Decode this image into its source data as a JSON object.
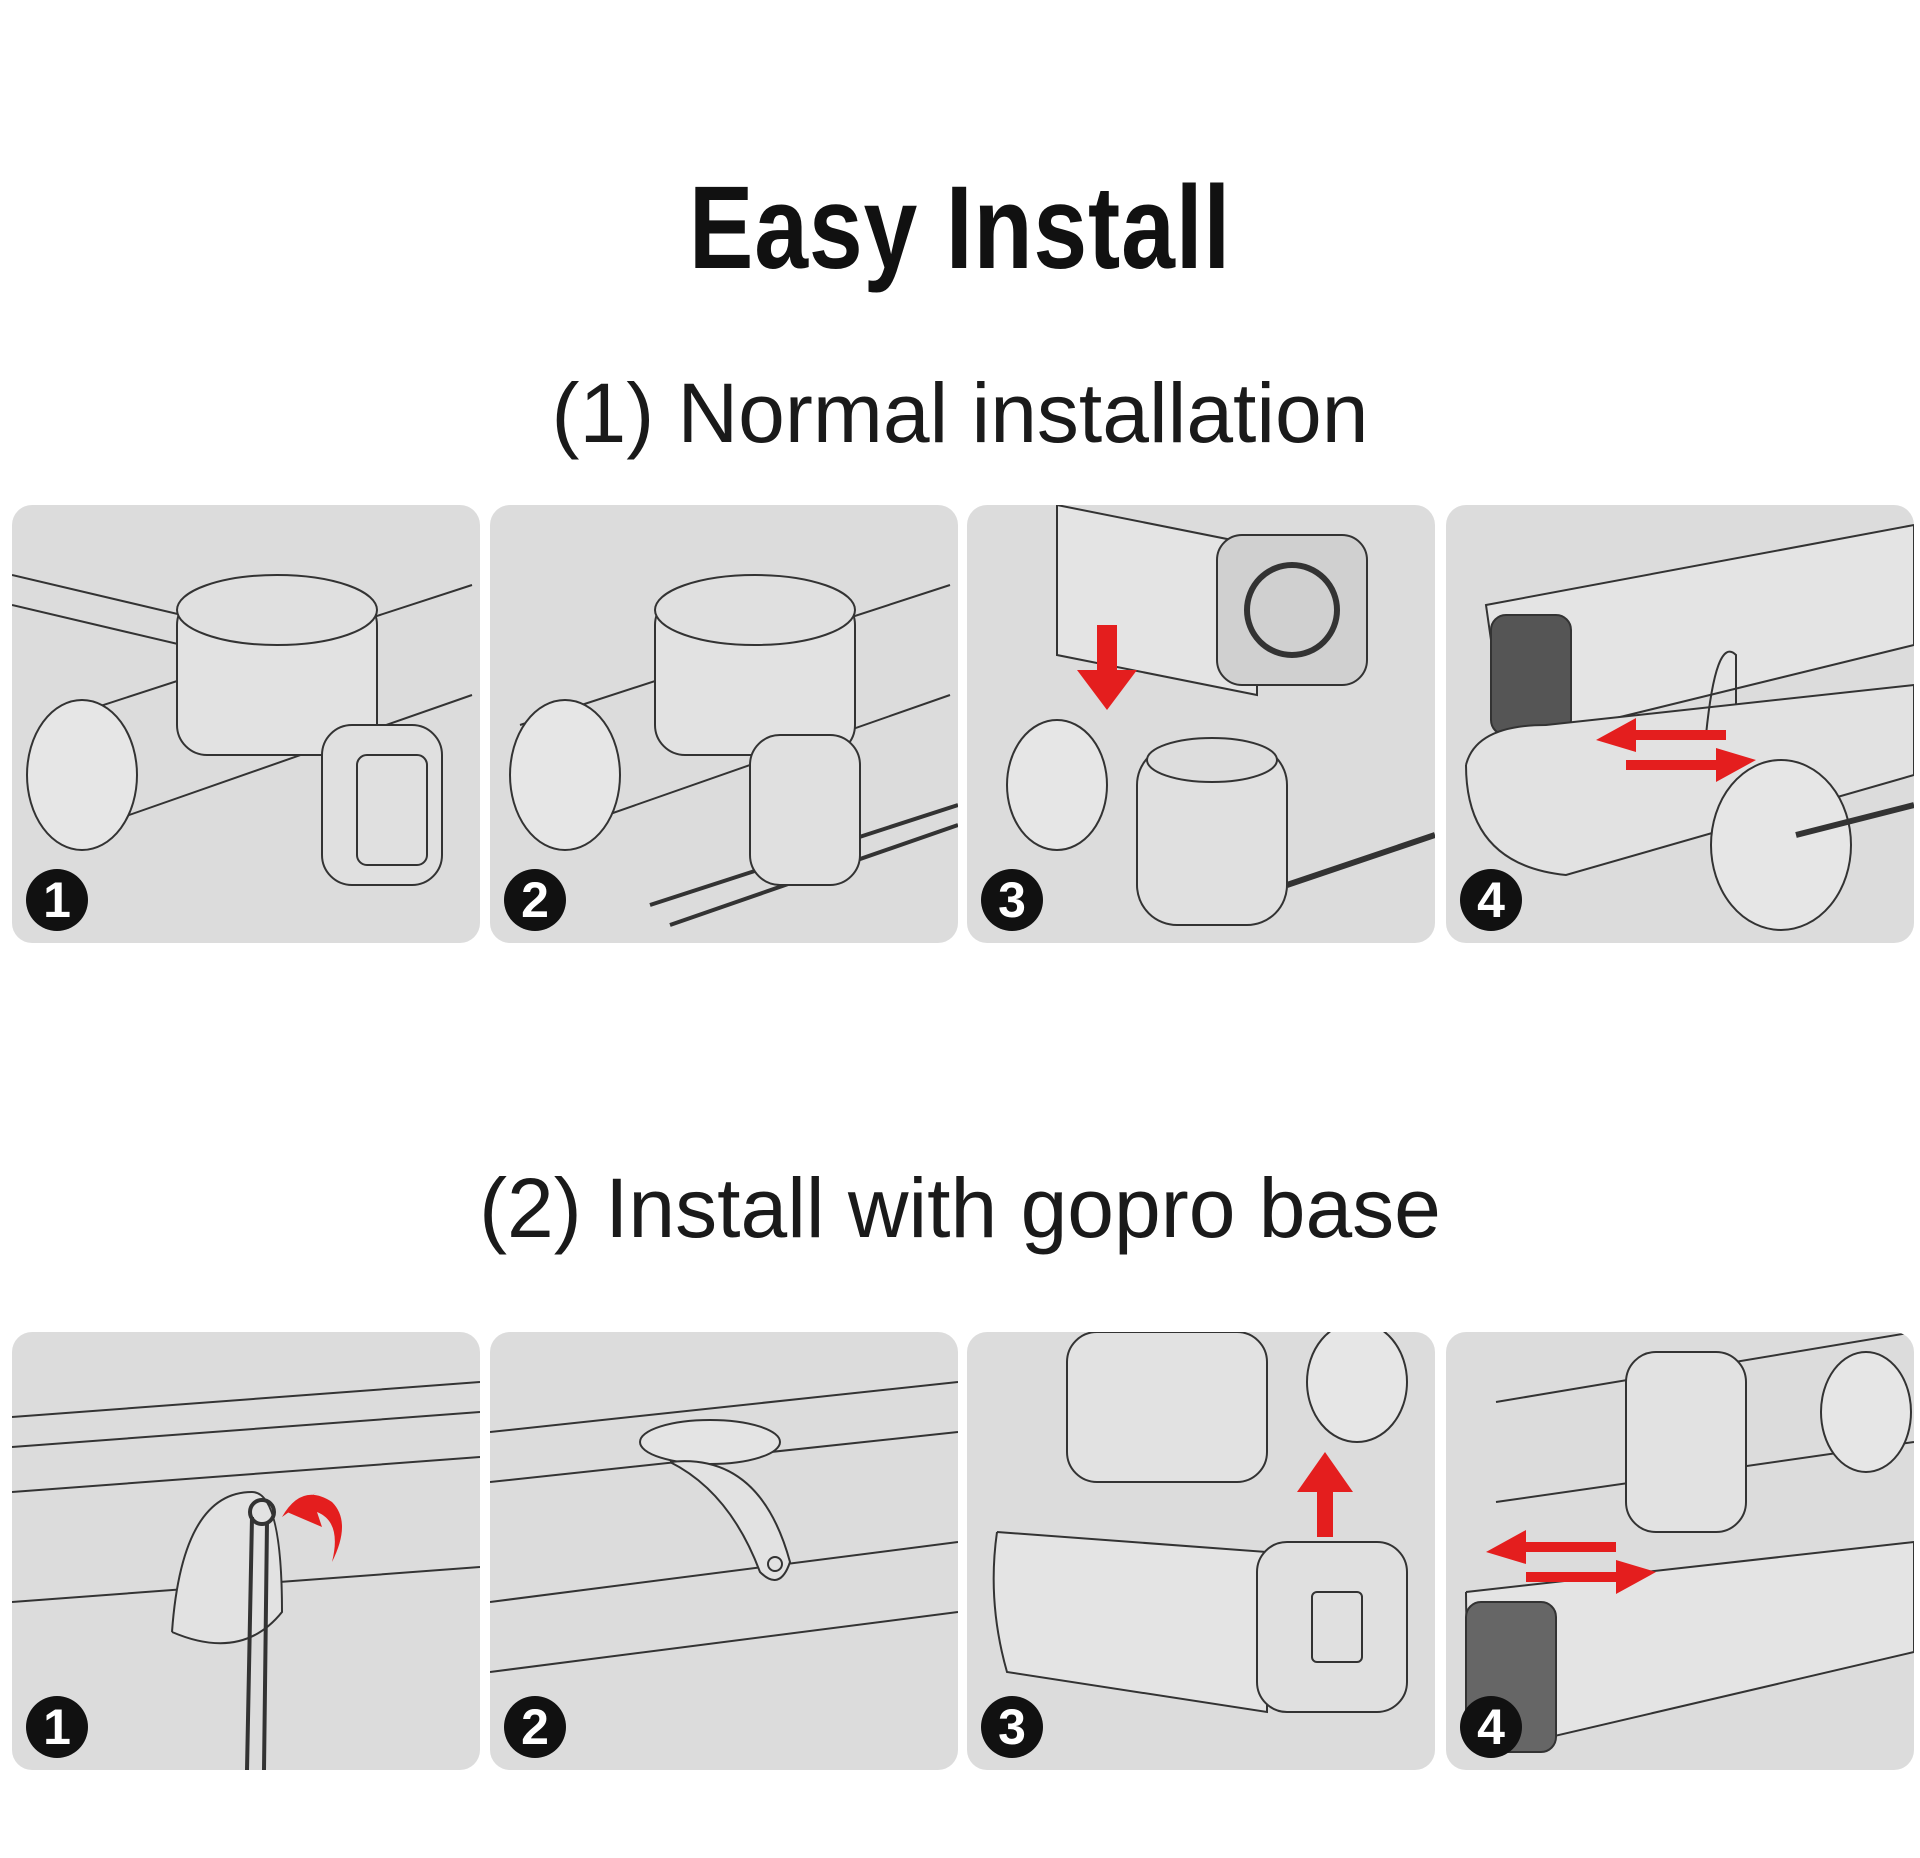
{
  "title": "Easy Install",
  "sections": [
    {
      "heading": "(1) Normal installation",
      "steps": [
        "1",
        "2",
        "3",
        "4"
      ]
    },
    {
      "heading": "(2) Install with gopro base",
      "steps": [
        "1",
        "2",
        "3",
        "4"
      ]
    }
  ],
  "colors": {
    "panel": "#dcdcdc",
    "arrow": "#e41e1e",
    "badge": "#111111"
  }
}
